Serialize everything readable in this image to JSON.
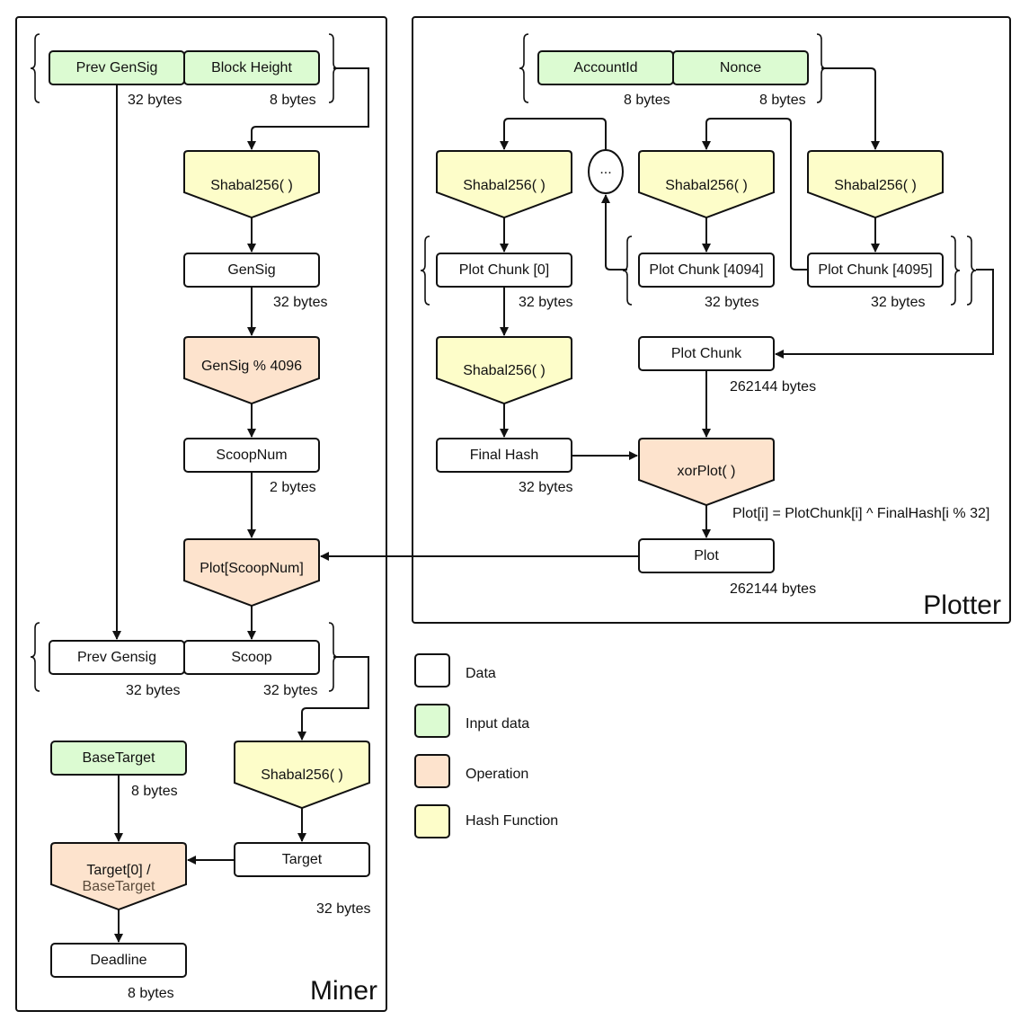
{
  "miner": {
    "title": "Miner",
    "prev_gensig": "Prev GenSig",
    "block_height": "Block Height",
    "prev_gensig_size": "32 bytes",
    "block_height_size": "8 bytes",
    "shabal_1": "Shabal256( )",
    "gensig": "GenSig",
    "gensig_size": "32 bytes",
    "gensig_mod": "GenSig % 4096",
    "scoopnum": "ScoopNum",
    "scoopnum_size": "2 bytes",
    "plot_scoopnum": "Plot[ScoopNum]",
    "prev_gensig_2": "Prev Gensig",
    "scoop": "Scoop",
    "prev_gensig_2_size": "32 bytes",
    "scoop_size": "32 bytes",
    "base_target": "BaseTarget",
    "base_target_size": "8 bytes",
    "shabal_2": "Shabal256( )",
    "target": "Target",
    "target_size": "32 bytes",
    "target_div_line1": "Target[0] /",
    "target_div_line2": "BaseTarget",
    "deadline": "Deadline",
    "deadline_size": "8 bytes"
  },
  "plotter": {
    "title": "Plotter",
    "account_id": "AccountId",
    "nonce": "Nonce",
    "account_id_size": "8 bytes",
    "nonce_size": "8 bytes",
    "shabal_a": "Shabal256( )",
    "ellipsis": "...",
    "shabal_b": "Shabal256( )",
    "shabal_c": "Shabal256( )",
    "chunk_0": "Plot Chunk [0]",
    "chunk_4094": "Plot Chunk [4094]",
    "chunk_4095": "Plot Chunk [4095]",
    "chunk_0_size": "32 bytes",
    "chunk_4094_size": "32 bytes",
    "chunk_4095_size": "32 bytes",
    "shabal_final": "Shabal256( )",
    "plot_chunk": "Plot Chunk",
    "plot_chunk_size": "262144 bytes",
    "final_hash": "Final Hash",
    "final_hash_size": "32 bytes",
    "xor_plot": "xorPlot( )",
    "xor_formula": "Plot[i] = PlotChunk[i] ^ FinalHash[i % 32]",
    "plot": "Plot",
    "plot_size": "262144 bytes"
  },
  "legend": {
    "data": "Data",
    "input": "Input data",
    "operation": "Operation",
    "hash": "Hash Function"
  },
  "colors": {
    "input": "#dcfbd2",
    "operation": "#fde3cd",
    "hash": "#fdfdc9",
    "data": "#ffffff"
  }
}
